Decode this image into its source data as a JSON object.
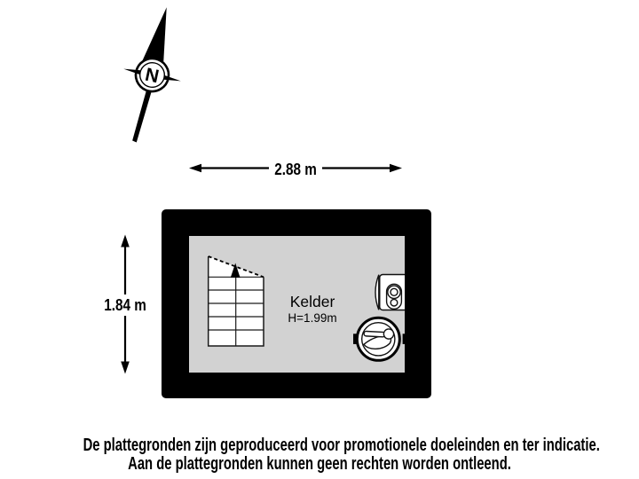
{
  "compass": {
    "letter": "N"
  },
  "dimensions": {
    "width_label": "2.88 m",
    "depth_label": "1.84 m"
  },
  "room": {
    "name": "Kelder",
    "ceiling_height": "H=1.99m"
  },
  "disclaimer": {
    "line1": "De plattegronden zijn geproduceerd voor promotionele doeleinden en ter indicatie.",
    "line2": "Aan de plattegronden kunnen geen rechten worden ontleend."
  },
  "icons": {
    "compass": "north-compass-icon",
    "stairs": "stairs-icon",
    "water_heater": "water-heater-icon",
    "boiler": "boiler-icon",
    "dimension_arrows": "double-arrow-icon"
  },
  "colors": {
    "walls": "#000000",
    "floor": "#d2d2d2",
    "background": "#ffffff",
    "lines": "#000000",
    "label_background": "#ffffff"
  }
}
